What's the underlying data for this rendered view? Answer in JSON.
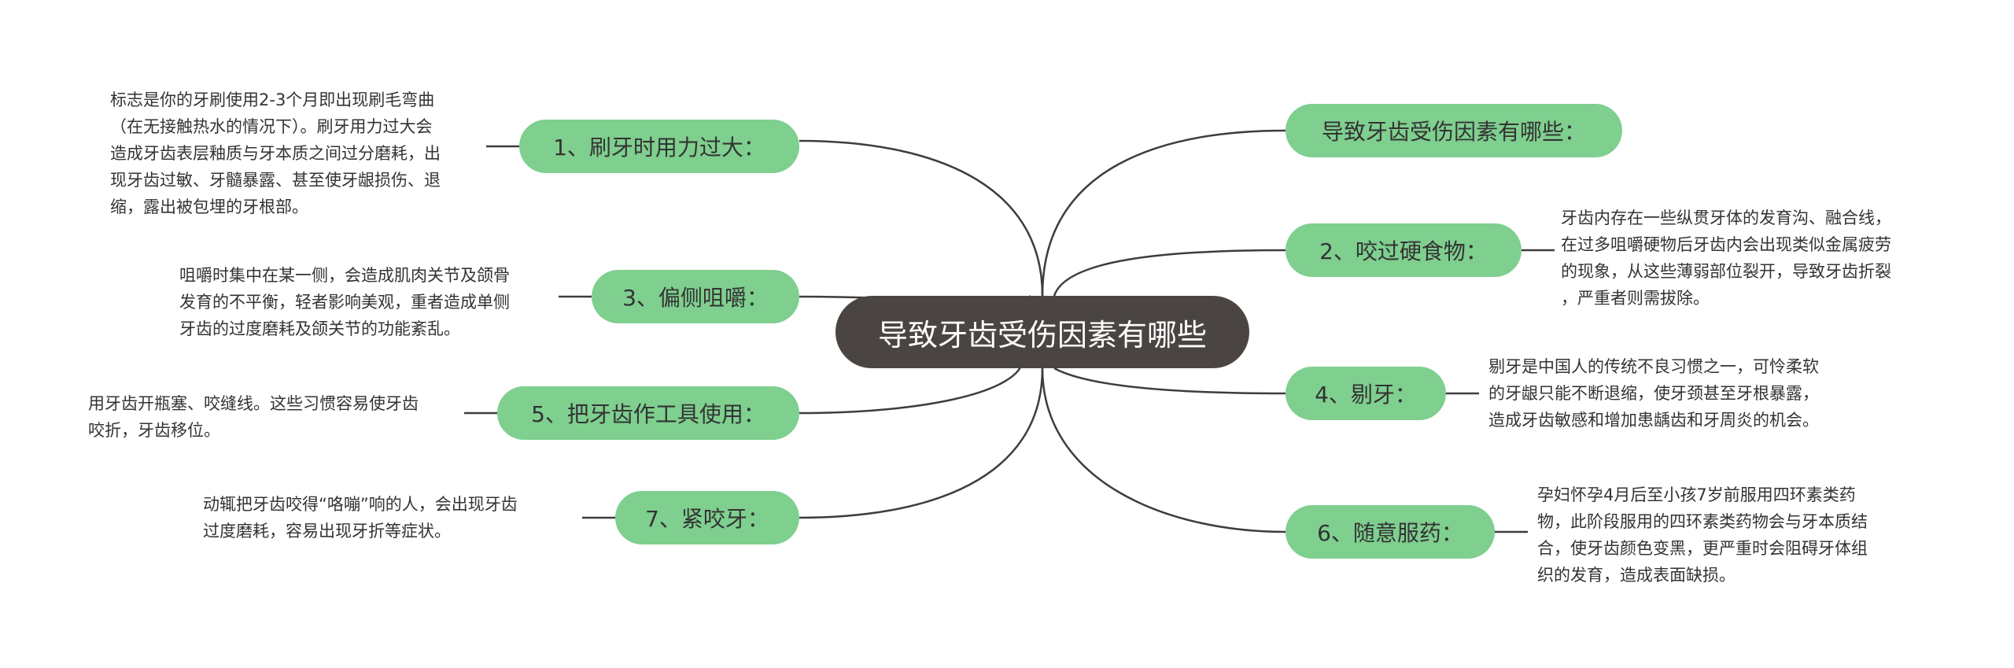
{
  "central_topic": "导致牙齿受伤因素有哪些",
  "colors": {
    "central": "#4a4543",
    "branch": "#7fcf8f",
    "line": "#3d3d3d"
  },
  "right": [
    {
      "label": "导致牙齿受伤因素有哪些：",
      "note": ""
    },
    {
      "label": "2、咬过硬食物：",
      "note": "牙齿内存在一些纵贯牙体的发育沟、融合线，\n在过多咀嚼硬物后牙齿内会出现类似金属疲劳\n的现象，从这些薄弱部位裂开，导致牙齿折裂\n，严重者则需拔除。"
    },
    {
      "label": "4、剔牙：",
      "note": "剔牙是中国人的传统不良习惯之一，可怜柔软\n的牙龈只能不断退缩，使牙颈甚至牙根暴露，\n造成牙齿敏感和增加患龋齿和牙周炎的机会。"
    },
    {
      "label": "6、随意服药：",
      "note": "孕妇怀孕4月后至小孩7岁前服用四环素类药\n物，此阶段服用的四环素类药物会与牙本质结\n合，使牙齿颜色变黑，更严重时会阻碍牙体组\n织的发育，造成表面缺损。"
    }
  ],
  "left": [
    {
      "label": "1、刷牙时用力过大：",
      "note": "标志是你的牙刷使用2-3个月即出现刷毛弯曲\n（在无接触热水的情况下）。刷牙用力过大会\n造成牙齿表层釉质与牙本质之间过分磨耗，出\n现牙齿过敏、牙髓暴露、甚至使牙龈损伤、退\n缩，露出被包埋的牙根部。"
    },
    {
      "label": "3、偏侧咀嚼：",
      "note": "咀嚼时集中在某一侧，会造成肌肉关节及颌骨\n发育的不平衡，轻者影响美观，重者造成单侧\n牙齿的过度磨耗及颌关节的功能紊乱。"
    },
    {
      "label": "5、把牙齿作工具使用：",
      "note": "用牙齿开瓶塞、咬缝线。这些习惯容易使牙齿\n咬折，牙齿移位。"
    },
    {
      "label": "7、紧咬牙：",
      "note": "动辄把牙齿咬得“咯嘣”响的人，会出现牙齿\n过度磨耗，容易出现牙折等症状。"
    }
  ]
}
